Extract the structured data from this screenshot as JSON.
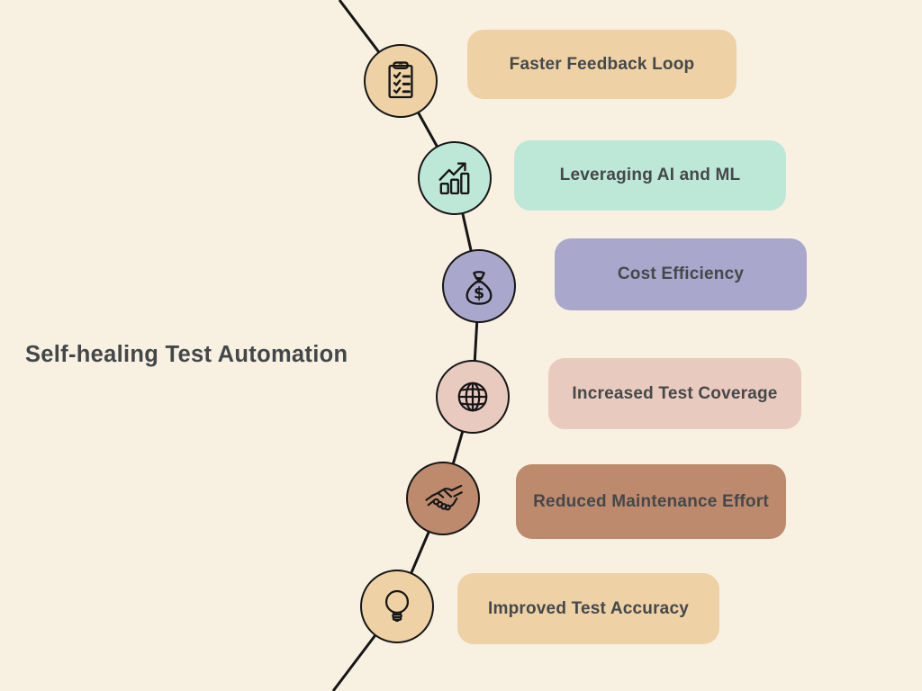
{
  "title": "Self-healing Test Automation",
  "colors": {
    "background": "#f8f1e2",
    "line": "#161616",
    "icon_stroke": "#161616",
    "title_text": "#434749",
    "label_text": "#45484a"
  },
  "items": [
    {
      "label": "Faster Feedback Loop",
      "icon": "clipboard-checklist-icon",
      "color": "#eed2a5"
    },
    {
      "label": "Leveraging AI and ML",
      "icon": "growth-chart-icon",
      "color": "#bde8d8"
    },
    {
      "label": "Cost Efficiency",
      "icon": "money-bag-icon",
      "color": "#a9a8cc"
    },
    {
      "label": "Increased Test Coverage",
      "icon": "globe-icon",
      "color": "#e9cabf"
    },
    {
      "label": "Reduced Maintenance Effort",
      "icon": "handshake-icon",
      "color": "#bd8a6d"
    },
    {
      "label": "Improved Test Accuracy",
      "icon": "lightbulb-icon",
      "color": "#eed2a5"
    }
  ]
}
